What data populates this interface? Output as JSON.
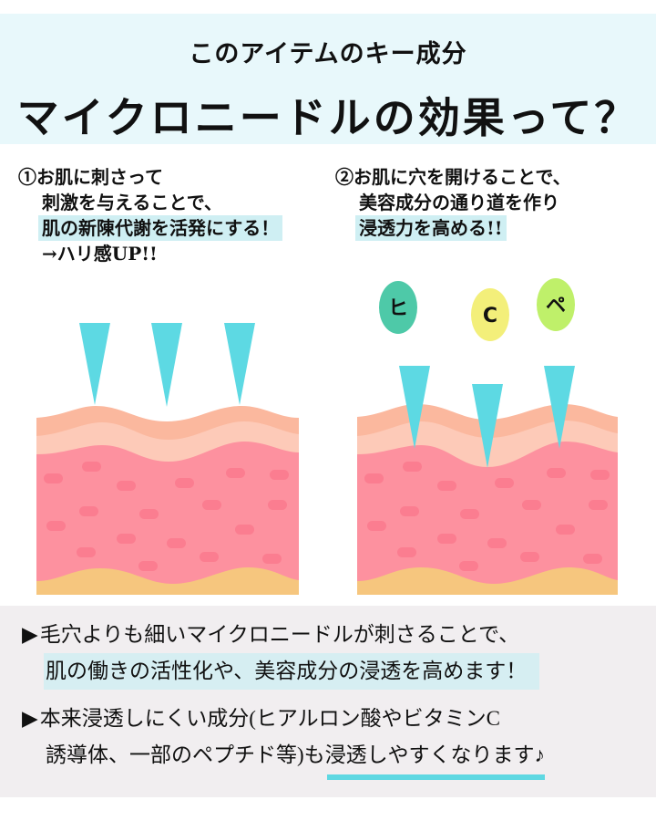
{
  "header": {
    "subtitle": "このアイテムのキー成分",
    "title": "マイクロニードルの効果って？"
  },
  "points": [
    {
      "number": "①",
      "lines": [
        "お肌に刺さって",
        "刺激を与えることで、",
        "肌の新陳代謝を活発にする！",
        "→ハリ感UP!!"
      ],
      "highlighted_line": 2
    },
    {
      "number": "②",
      "lines": [
        "お肌に穴を開けることで、",
        "美容成分の通り道を作り",
        "浸透力を高める!!"
      ],
      "highlighted_line": 2
    }
  ],
  "ingredients": [
    {
      "label": "ヒ",
      "color": "#4ec9a8"
    },
    {
      "label": "C",
      "color": "#f3ef7a"
    },
    {
      "label": "ペ",
      "color": "#bff06a"
    }
  ],
  "colors": {
    "header_bg": "#e8f8fb",
    "highlight": "#cfeff3",
    "needle": "#5dd9e3",
    "epidermis_outer": "#fbb89e",
    "epidermis_inner": "#fdcab8",
    "dermis": "#fd919f",
    "cells": "#fb7d90",
    "fat": "#f6c67e",
    "footer_bg": "#f1eef0",
    "underline": "#5fd8e2"
  },
  "footer": {
    "bullet_glyph": "▶",
    "bullets": [
      {
        "line1": "毛穴よりも細いマイクロニードルが刺さることで、",
        "line2": "肌の働きの活性化や、美容成分の浸透を高めます！"
      },
      {
        "line1": "本来浸透しにくい成分(ヒアルロン酸やビタミンC",
        "line2_plain": "誘導体、一部のペプチド等)も",
        "line2_underlined": "浸透しやすくなります",
        "line2_end": "♪"
      }
    ]
  }
}
